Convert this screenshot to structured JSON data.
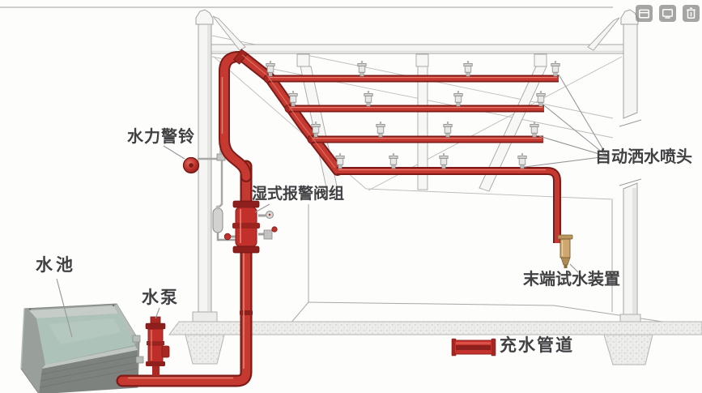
{
  "image_toolbar": {
    "buttons": [
      {
        "icon": "archive-box-icon"
      },
      {
        "icon": "monitor-icon"
      },
      {
        "icon": "trash-icon"
      }
    ]
  },
  "diagram": {
    "labels": {
      "water_alarm_bell": "水力警铃",
      "wet_alarm_valve_set": "湿式报警阀组",
      "water_pool": "水池",
      "water_pump": "水泵",
      "auto_sprinkler_head": "自动洒水喷头",
      "end_test_device": "末端试水装置"
    },
    "legend": {
      "label": "充水管道",
      "swatch_color": "#c5322e"
    },
    "colors": {
      "pipe_red": "#c63931",
      "pipe_outline": "#7c1b17",
      "water_teal": "#adc2b9",
      "tank_gray": "#99a09c",
      "structure_white": "#f5f5f3",
      "structure_outline": "#a5a5a3",
      "concrete_speckle": "#ededeb",
      "brass_device": "#cda76f",
      "bell_red": "#b92f28",
      "label_text": "#414144"
    },
    "counts": {
      "branch_lines": 4,
      "sprinklers_per_branch": 4,
      "sprinklers_total": 16
    }
  }
}
